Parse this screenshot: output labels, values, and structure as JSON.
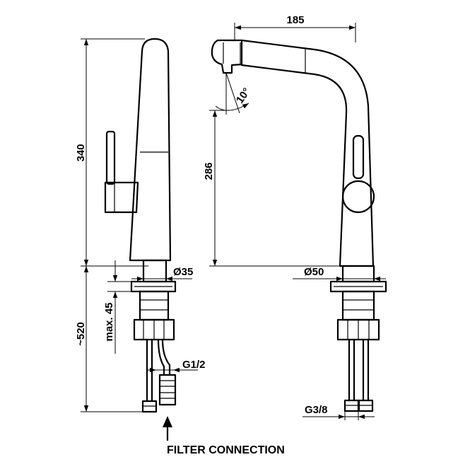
{
  "dimensions": {
    "height_total": "340",
    "below_counter": "~520",
    "max_thickness": "max. 45",
    "spout_reach": "185",
    "spout_height": "286",
    "spray_angle": "10°",
    "base_diameter_left": "Ø35",
    "base_diameter_right": "Ø50",
    "connection_left": "G1/2",
    "connection_right": "G3/8"
  },
  "caption": "FILTER CONNECTION",
  "colors": {
    "line": "#000000",
    "background": "#ffffff"
  }
}
